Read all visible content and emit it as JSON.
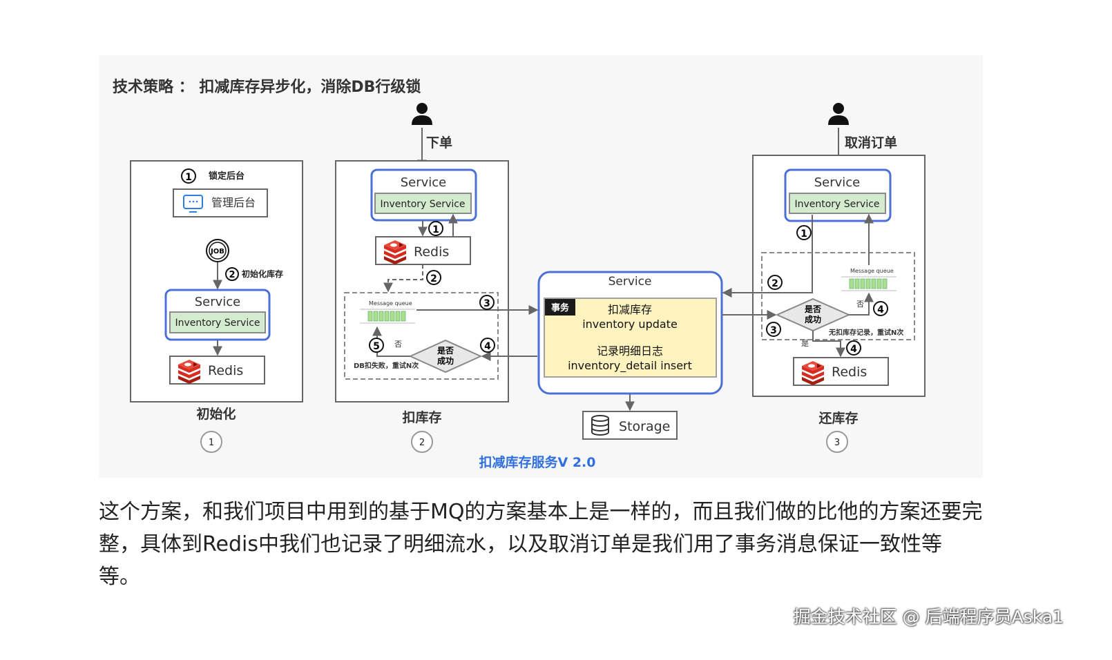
{
  "figure": {
    "title": "技术策略 ： 扣减库存异步化，消除DB行级锁",
    "caption": "扣减库存服务V 2.0",
    "panels": {
      "init": {
        "label": "初始化",
        "number": "1",
        "step1_label": "锁定后台",
        "admin_label": "管理后台",
        "job_label": "JOB",
        "step2_label": "初始化库存",
        "service_title": "Service",
        "inventory_service": "Inventory Service",
        "redis_label": "Redis"
      },
      "deduct": {
        "label": "扣库存",
        "number": "2",
        "actor_label": "下单",
        "service_title": "Service",
        "inventory_service": "Inventory Service",
        "redis_label": "Redis",
        "mq_label": "Message queue",
        "decision_line1": "是否",
        "decision_line2": "成功",
        "no_label": "否",
        "fail_note": "DB扣失败，重试N次"
      },
      "central": {
        "service_title": "Service",
        "tx_badge": "事务",
        "line1": "扣减库存",
        "line2": "inventory update",
        "line3": "记录明细日志",
        "line4": "inventory_detail insert",
        "storage_label": "Storage"
      },
      "restore": {
        "label": "还库存",
        "number": "3",
        "actor_label": "取消订单",
        "service_title": "Service",
        "inventory_service": "Inventory Service",
        "redis_label": "Redis",
        "mq_label": "Message queue",
        "decision_line1": "是否",
        "decision_line2": "成功",
        "no_label": "否",
        "yes_label": "是",
        "retry_note": "无扣库存记录，重试N次"
      }
    },
    "colors": {
      "service_border": "#4a6fd6",
      "inventory_fill": "#d5ebcf",
      "tx_fill": "#fff4bf",
      "caption": "#2f6fe0",
      "redis_red": "#d82c20"
    }
  },
  "paragraph": "这个方案，和我们项目中用到的基于MQ的方案基本上是一样的，而且我们做的比他的方案还要完整，具体到Redis中我们也记录了明细流水，以及取消订单是我们用了事务消息保证一致性等等。",
  "watermark": "掘金技术社区 @ 后端程序员Aska1"
}
